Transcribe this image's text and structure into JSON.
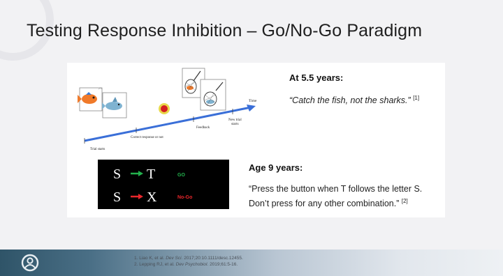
{
  "slide": {
    "title": "Testing Response Inhibition – Go/No-Go Paradigm"
  },
  "figure": {
    "timeline_labels": {
      "time": "Time",
      "trial_starts": "Trial starts",
      "correct_response": "Correct response or not",
      "feedback": "Feedback",
      "new_trial_line1": "New trial",
      "new_trial_line2": "starts"
    }
  },
  "section1": {
    "heading": "At 5.5 years:",
    "quote": "“Catch the fish, not the sharks.”",
    "ref": "[1]"
  },
  "section2": {
    "heading": "Age 9 years:",
    "instruction_line1": "“Press the button when T follows the letter S.",
    "instruction_line2": "Don’t press for any other combination.”",
    "ref": "[2]"
  },
  "task_display": {
    "row1": {
      "first": "S",
      "second": "T",
      "label": "GO",
      "arrow_color": "#23b14d",
      "label_color": "#23b14d"
    },
    "row2": {
      "first": "S",
      "second": "X",
      "label": "No-Go",
      "arrow_color": "#e8262b",
      "label_color": "#e8262b"
    }
  },
  "footer": {
    "ref1_num": "1.",
    "ref1_authors": "Liao K, et al.",
    "ref1_journal": "Dev Sci.",
    "ref1_rest": "2017;20:10.1111/desc.12455.",
    "ref2_num": "2.",
    "ref2_authors": "Lepping RJ, et al.",
    "ref2_journal": "Dev Psychobiol.",
    "ref2_rest": "2019;61:5-16."
  }
}
